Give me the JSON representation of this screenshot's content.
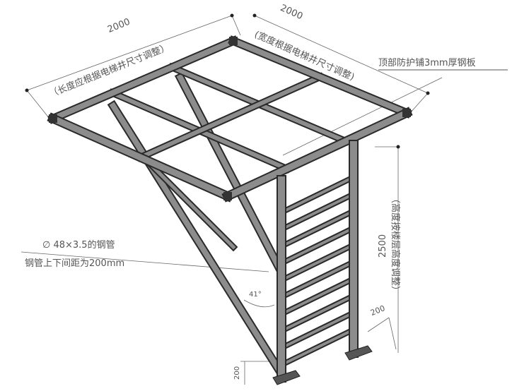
{
  "labels": {
    "length_value": "2000",
    "length_note": "（长度应根据电梯井尺寸调整）",
    "width_value": "2000",
    "width_note": "(宽度根据电梯井尺寸调整)",
    "top_plate": "顶部防护铺3mm厚钢板",
    "pipe_spec": "∅ 48×3.5的钢管",
    "pipe_spacing": "钢管上下间距为200mm",
    "height_value": "2500",
    "height_note": "（高度按楼层高度调整）",
    "angle": "41°",
    "foot_offset": "200",
    "base_height": "200"
  }
}
